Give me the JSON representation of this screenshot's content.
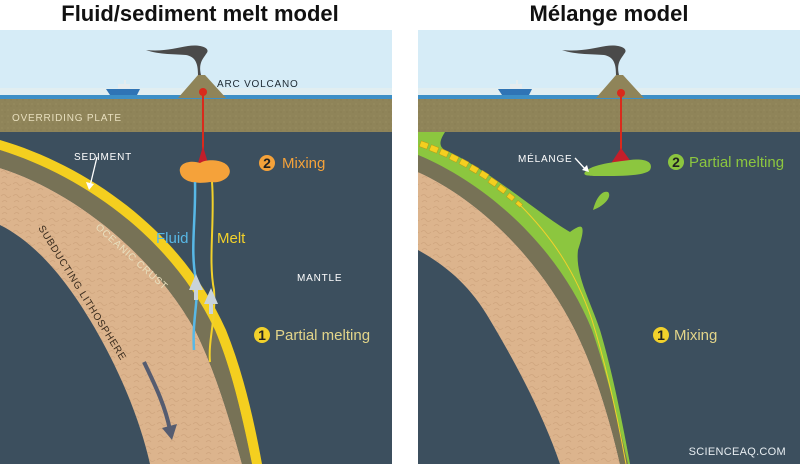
{
  "panels": {
    "left": {
      "title": "Fluid/sediment melt model",
      "labels": {
        "arc_volcano": "ARC VOLCANO",
        "overriding_plate": "OVERRIDING PLATE",
        "sediment": "SEDIMENT",
        "oceanic_crust": "OCEANIC CRUST",
        "subducting_lithosphere": "SUBDUCTING LITHOSPHERE",
        "fluid": "Fluid",
        "melt": "Melt",
        "mantle": "MANTLE"
      },
      "steps": [
        {
          "number": "1",
          "label": "Partial melting",
          "color": "#f2d12b"
        },
        {
          "number": "2",
          "label": "Mixing",
          "color": "#f5a23a"
        }
      ]
    },
    "right": {
      "title": "Mélange model",
      "labels": {
        "melange": "MÉLANGE"
      },
      "steps": [
        {
          "number": "1",
          "label": "Mixing",
          "color": "#f2d12b"
        },
        {
          "number": "2",
          "label": "Partial melting",
          "color": "#8cc63f"
        }
      ]
    }
  },
  "watermark": "SCIENCEAQ.COM",
  "colors": {
    "sky": "#d6ecf7",
    "sea": "#3d8fc6",
    "plate": "#8f8459",
    "mantle": "#3c4f5e",
    "lithosphere": "#dcb48d",
    "crust": "#777256",
    "sediment": "#f4cf1f",
    "melange": "#8cc63f",
    "magma": "#d92a1c",
    "fluid": "#58b8e6",
    "melt": "#f2d12b",
    "mixing_blob": "#f5a23a"
  }
}
